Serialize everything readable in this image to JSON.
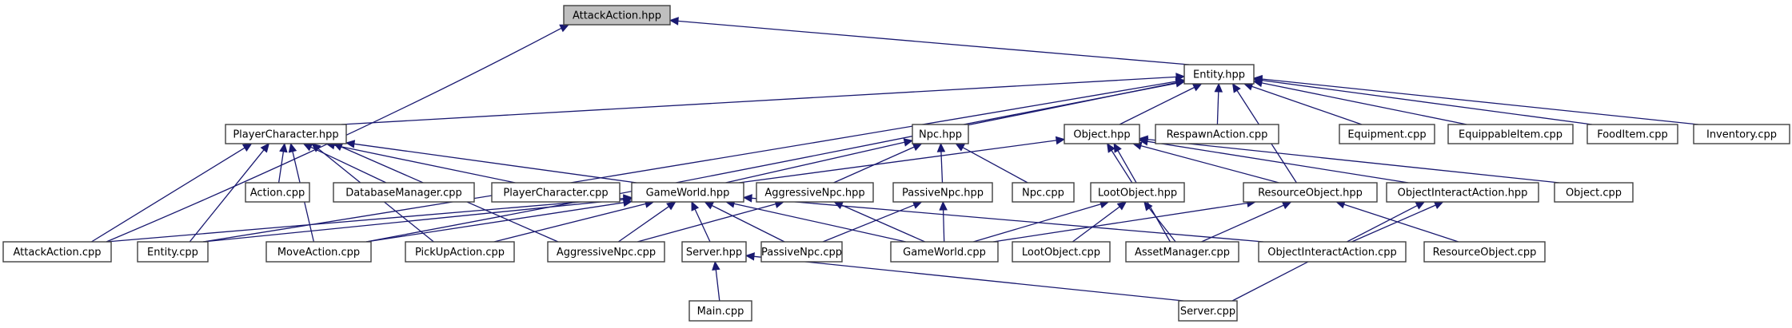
{
  "diagram": {
    "type": "include-dependency-graph",
    "colors": {
      "edge": "#191970",
      "root_fill": "#bfbfbf",
      "node_fill": "#ffffff",
      "node_border": "#404040"
    },
    "nodes": [
      {
        "id": "attackaction_hpp",
        "label": "AttackAction.hpp",
        "root": true
      },
      {
        "id": "entity_hpp",
        "label": "Entity.hpp"
      },
      {
        "id": "playercharacter_hpp",
        "label": "PlayerCharacter.hpp"
      },
      {
        "id": "npc_hpp",
        "label": "Npc.hpp"
      },
      {
        "id": "object_hpp",
        "label": "Object.hpp"
      },
      {
        "id": "respawnaction_cpp",
        "label": "RespawnAction.cpp"
      },
      {
        "id": "equipment_cpp",
        "label": "Equipment.cpp"
      },
      {
        "id": "equippableitem_cpp",
        "label": "EquippableItem.cpp"
      },
      {
        "id": "fooditem_cpp",
        "label": "FoodItem.cpp"
      },
      {
        "id": "inventory_cpp",
        "label": "Inventory.cpp"
      },
      {
        "id": "action_cpp",
        "label": "Action.cpp"
      },
      {
        "id": "databasemanager_cpp",
        "label": "DatabaseManager.cpp"
      },
      {
        "id": "playercharacter_cpp",
        "label": "PlayerCharacter.cpp"
      },
      {
        "id": "gameworld_hpp",
        "label": "GameWorld.hpp"
      },
      {
        "id": "aggressivenpc_hpp",
        "label": "AggressiveNpc.hpp"
      },
      {
        "id": "passivenpc_hpp",
        "label": "PassiveNpc.hpp"
      },
      {
        "id": "npc_cpp",
        "label": "Npc.cpp"
      },
      {
        "id": "lootobject_hpp",
        "label": "LootObject.hpp"
      },
      {
        "id": "resourceobject_hpp",
        "label": "ResourceObject.hpp"
      },
      {
        "id": "objectinteractaction_hpp",
        "label": "ObjectInteractAction.hpp"
      },
      {
        "id": "object_cpp",
        "label": "Object.cpp"
      },
      {
        "id": "attackaction_cpp",
        "label": "AttackAction.cpp"
      },
      {
        "id": "entity_cpp",
        "label": "Entity.cpp"
      },
      {
        "id": "moveaction_cpp",
        "label": "MoveAction.cpp"
      },
      {
        "id": "pickupaction_cpp",
        "label": "PickUpAction.cpp"
      },
      {
        "id": "aggressivenpc_cpp",
        "label": "AggressiveNpc.cpp"
      },
      {
        "id": "server_hpp",
        "label": "Server.hpp"
      },
      {
        "id": "passivenpc_cpp",
        "label": "PassiveNpc.cpp"
      },
      {
        "id": "gameworld_cpp",
        "label": "GameWorld.cpp"
      },
      {
        "id": "lootobject_cpp",
        "label": "LootObject.cpp"
      },
      {
        "id": "assetmanager_cpp",
        "label": "AssetManager.cpp"
      },
      {
        "id": "objectinteractaction_cpp",
        "label": "ObjectInteractAction.cpp"
      },
      {
        "id": "resourceobject_cpp",
        "label": "ResourceObject.cpp"
      },
      {
        "id": "main_cpp",
        "label": "Main.cpp"
      },
      {
        "id": "server_cpp",
        "label": "Server.cpp"
      }
    ],
    "edges": [
      {
        "from": "entity_hpp",
        "to": "attackaction_hpp"
      },
      {
        "from": "attackaction_cpp",
        "to": "attackaction_hpp"
      },
      {
        "from": "playercharacter_hpp",
        "to": "entity_hpp"
      },
      {
        "from": "npc_hpp",
        "to": "entity_hpp"
      },
      {
        "from": "object_hpp",
        "to": "entity_hpp"
      },
      {
        "from": "respawnaction_cpp",
        "to": "entity_hpp"
      },
      {
        "from": "equipment_cpp",
        "to": "entity_hpp"
      },
      {
        "from": "equippableitem_cpp",
        "to": "entity_hpp"
      },
      {
        "from": "fooditem_cpp",
        "to": "entity_hpp"
      },
      {
        "from": "inventory_cpp",
        "to": "entity_hpp"
      },
      {
        "from": "resourceobject_hpp",
        "to": "entity_hpp"
      },
      {
        "from": "entity_cpp",
        "to": "entity_hpp"
      },
      {
        "from": "moveaction_cpp",
        "to": "entity_hpp"
      },
      {
        "from": "action_cpp",
        "to": "playercharacter_hpp"
      },
      {
        "from": "databasemanager_cpp",
        "to": "playercharacter_hpp"
      },
      {
        "from": "playercharacter_cpp",
        "to": "playercharacter_hpp"
      },
      {
        "from": "gameworld_hpp",
        "to": "playercharacter_hpp"
      },
      {
        "from": "attackaction_cpp",
        "to": "playercharacter_hpp"
      },
      {
        "from": "entity_cpp",
        "to": "playercharacter_hpp"
      },
      {
        "from": "moveaction_cpp",
        "to": "playercharacter_hpp"
      },
      {
        "from": "pickupaction_cpp",
        "to": "playercharacter_hpp"
      },
      {
        "from": "aggressivenpc_cpp",
        "to": "playercharacter_hpp"
      },
      {
        "from": "gameworld_hpp",
        "to": "npc_hpp"
      },
      {
        "from": "aggressivenpc_hpp",
        "to": "npc_hpp"
      },
      {
        "from": "passivenpc_hpp",
        "to": "npc_hpp"
      },
      {
        "from": "npc_cpp",
        "to": "npc_hpp"
      },
      {
        "from": "gameworld_hpp",
        "to": "object_hpp"
      },
      {
        "from": "lootobject_hpp",
        "to": "object_hpp"
      },
      {
        "from": "resourceobject_hpp",
        "to": "object_hpp"
      },
      {
        "from": "objectinteractaction_hpp",
        "to": "object_hpp"
      },
      {
        "from": "object_cpp",
        "to": "object_hpp"
      },
      {
        "from": "assetmanager_cpp",
        "to": "object_hpp"
      },
      {
        "from": "attackaction_cpp",
        "to": "gameworld_hpp"
      },
      {
        "from": "entity_cpp",
        "to": "gameworld_hpp"
      },
      {
        "from": "moveaction_cpp",
        "to": "gameworld_hpp"
      },
      {
        "from": "pickupaction_cpp",
        "to": "gameworld_hpp"
      },
      {
        "from": "aggressivenpc_cpp",
        "to": "gameworld_hpp"
      },
      {
        "from": "server_hpp",
        "to": "gameworld_hpp"
      },
      {
        "from": "passivenpc_cpp",
        "to": "gameworld_hpp"
      },
      {
        "from": "gameworld_cpp",
        "to": "gameworld_hpp"
      },
      {
        "from": "objectinteractaction_cpp",
        "to": "gameworld_hpp"
      },
      {
        "from": "aggressivenpc_cpp",
        "to": "aggressivenpc_hpp"
      },
      {
        "from": "gameworld_cpp",
        "to": "aggressivenpc_hpp"
      },
      {
        "from": "passivenpc_cpp",
        "to": "passivenpc_hpp"
      },
      {
        "from": "gameworld_cpp",
        "to": "passivenpc_hpp"
      },
      {
        "from": "gameworld_cpp",
        "to": "lootobject_hpp"
      },
      {
        "from": "lootobject_cpp",
        "to": "lootobject_hpp"
      },
      {
        "from": "assetmanager_cpp",
        "to": "lootobject_hpp"
      },
      {
        "from": "gameworld_cpp",
        "to": "resourceobject_hpp"
      },
      {
        "from": "assetmanager_cpp",
        "to": "resourceobject_hpp"
      },
      {
        "from": "resourceobject_cpp",
        "to": "resourceobject_hpp"
      },
      {
        "from": "objectinteractaction_cpp",
        "to": "objectinteractaction_hpp"
      },
      {
        "from": "server_cpp",
        "to": "objectinteractaction_hpp"
      },
      {
        "from": "main_cpp",
        "to": "server_hpp"
      },
      {
        "from": "server_cpp",
        "to": "server_hpp"
      }
    ]
  }
}
